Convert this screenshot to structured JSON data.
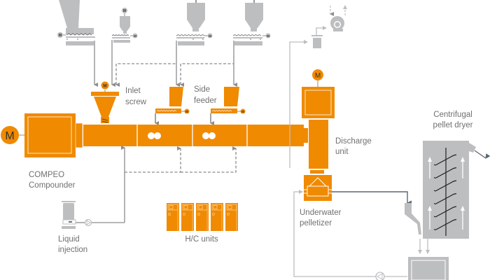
{
  "diagram": {
    "title": "COMPEO compounding line with underwater pelletizing",
    "colors": {
      "orange": "#F08A00",
      "grey_equipment": "#BDBEC0",
      "line_grey": "#8A8C8E",
      "dark_line": "#5A6670",
      "label_text": "#707070"
    },
    "motor_label": "M",
    "labels": {
      "compounder_line1": "COMPEO",
      "compounder_line2": "Compounder",
      "inlet_line1": "Inlet",
      "inlet_line2": "screw",
      "side_line1": "Side",
      "side_line2": "feeder",
      "discharge_line1": "Discharge",
      "discharge_line2": "unit",
      "pelletizer_line1": "Underwater",
      "pelletizer_line2": "pelletizer",
      "dryer_line1": "Centrifugal",
      "dryer_line2": "pellet dryer",
      "liquid_line1": "Liquid",
      "liquid_line2": "injection",
      "hc_units": "H/C units"
    },
    "components": [
      "gravimetric-feeder-large",
      "gravimetric-feeder-small",
      "side-feed-hopper-1",
      "side-feed-hopper-2",
      "inlet-screw",
      "side-feeder-1",
      "side-feeder-2",
      "main-motor",
      "gearbox",
      "process-section",
      "discharge-unit",
      "underwater-pelletizer",
      "centrifugal-pellet-dryer",
      "water-tank",
      "water-pump",
      "vacuum-pump",
      "vent-separator",
      "liquid-injection",
      "hc-units"
    ],
    "hc_unit_count": 5
  }
}
